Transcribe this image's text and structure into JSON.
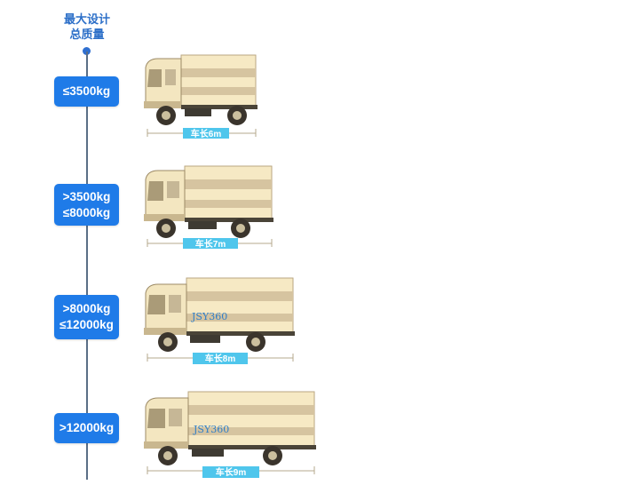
{
  "header": {
    "line1": "最大设计",
    "line2": "总质量"
  },
  "categories": [
    {
      "lines": [
        "≤3500kg"
      ],
      "length_label": "车长6m",
      "brand": ""
    },
    {
      "lines": [
        ">3500kg",
        "≤8000kg"
      ],
      "length_label": "车长7m",
      "brand": ""
    },
    {
      "lines": [
        ">8000kg",
        "≤12000kg"
      ],
      "length_label": "车长8m",
      "brand": "JSY360"
    },
    {
      "lines": [
        ">12000kg"
      ],
      "length_label": "车长9m",
      "brand": "JSY360"
    }
  ],
  "colors": {
    "badge": "#1f7be8",
    "header_text": "#2c6fc8",
    "length_bar": "#4fc6ec",
    "truck_body": "#f6e9c4",
    "truck_stripe": "#d6c4a0",
    "timeline": "#5a6e86"
  }
}
